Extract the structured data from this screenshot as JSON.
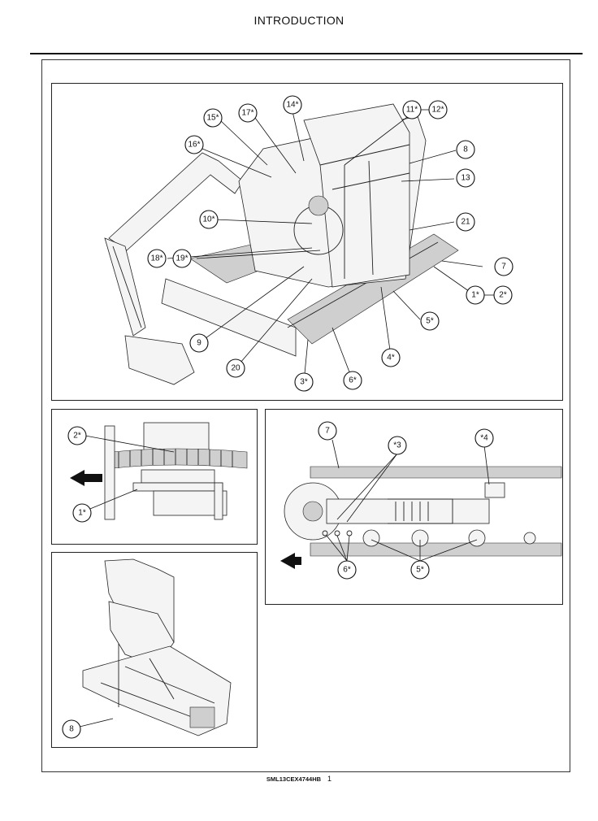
{
  "header": {
    "title": "INTRODUCTION"
  },
  "footer": {
    "doc_code": "SML13CEX4744HB",
    "page_number": "1"
  },
  "figure_main": {
    "callouts": [
      "14*",
      "11*",
      "12*",
      "15*",
      "17*",
      "16*",
      "8",
      "13",
      "10*",
      "21",
      "18*",
      "19*",
      "7",
      "1*",
      "2*",
      "5*",
      "9",
      "4*",
      "20",
      "3*",
      "6*"
    ]
  },
  "figure_sprocket": {
    "callouts": [
      "2*",
      "1*"
    ]
  },
  "figure_frame": {
    "callouts": [
      "8"
    ]
  },
  "figure_track": {
    "callouts": [
      "7",
      "*3",
      "*4",
      "6*",
      "5*"
    ]
  }
}
